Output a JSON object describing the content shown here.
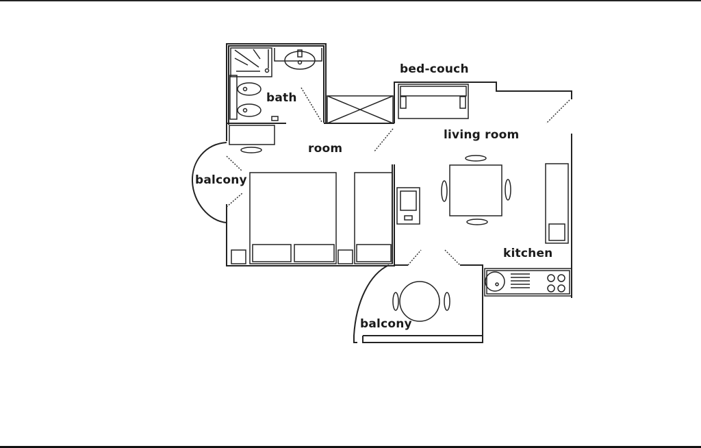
{
  "floorplan": {
    "rooms": [
      {
        "id": "bath",
        "label": "bath"
      },
      {
        "id": "room",
        "label": "room"
      },
      {
        "id": "balcony-west",
        "label": "balcony"
      },
      {
        "id": "bed-couch",
        "label": "bed-couch"
      },
      {
        "id": "living-room",
        "label": "living room"
      },
      {
        "id": "kitchen",
        "label": "kitchen"
      },
      {
        "id": "balcony-south",
        "label": "balcony"
      }
    ],
    "colors": {
      "line": "#222222",
      "background": "#ffffff"
    }
  }
}
